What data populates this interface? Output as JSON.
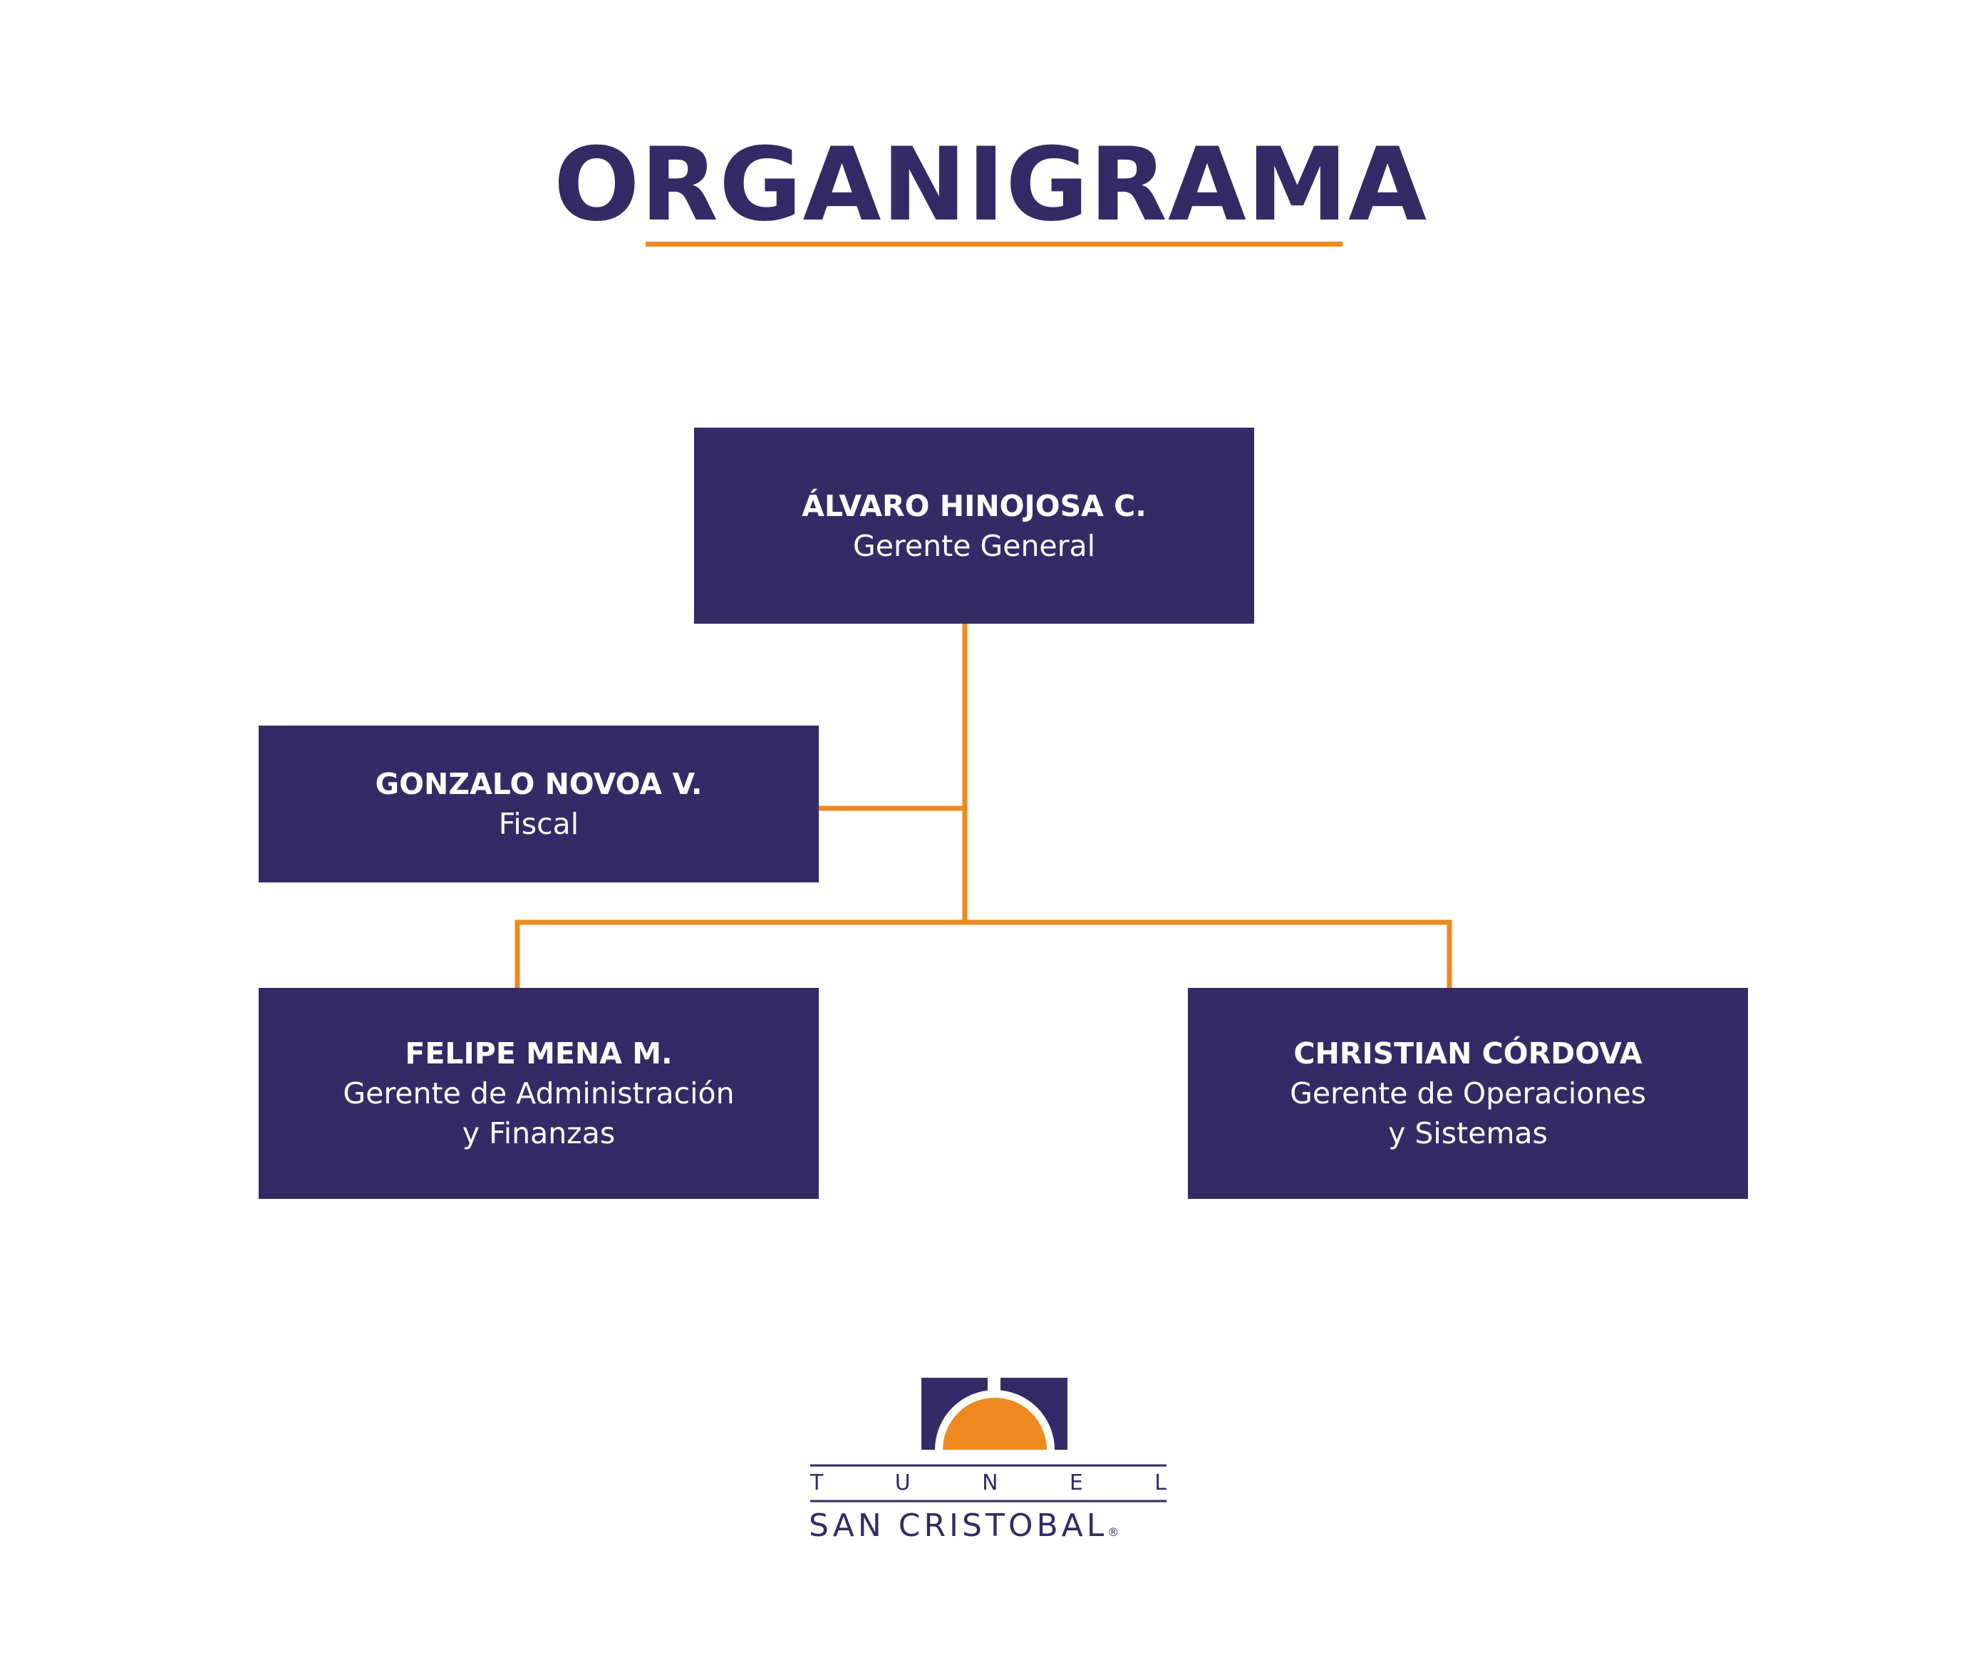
{
  "title": "ORGANIGRAMA",
  "colors": {
    "primary": "#332a66",
    "accent": "#ee8a1f",
    "background": "#ffffff",
    "box_text": "#ffffff"
  },
  "org_chart": {
    "root": {
      "name": "ÁLVARO HINOJOSA C.",
      "role": "Gerente General"
    },
    "advisor": {
      "name": "GONZALO NOVOA V.",
      "role": "Fiscal"
    },
    "reports": [
      {
        "name": "FELIPE MENA M.",
        "role": "Gerente de Administración\ny Finanzas"
      },
      {
        "name": "CHRISTIAN CÓRDOVA",
        "role": "Gerente de Operaciones\ny Sistemas"
      }
    ]
  },
  "logo": {
    "tunel_letters": [
      "T",
      "U",
      "N",
      "E",
      "L"
    ],
    "name": "SAN CRISTOBAL",
    "registered_mark": "®"
  }
}
